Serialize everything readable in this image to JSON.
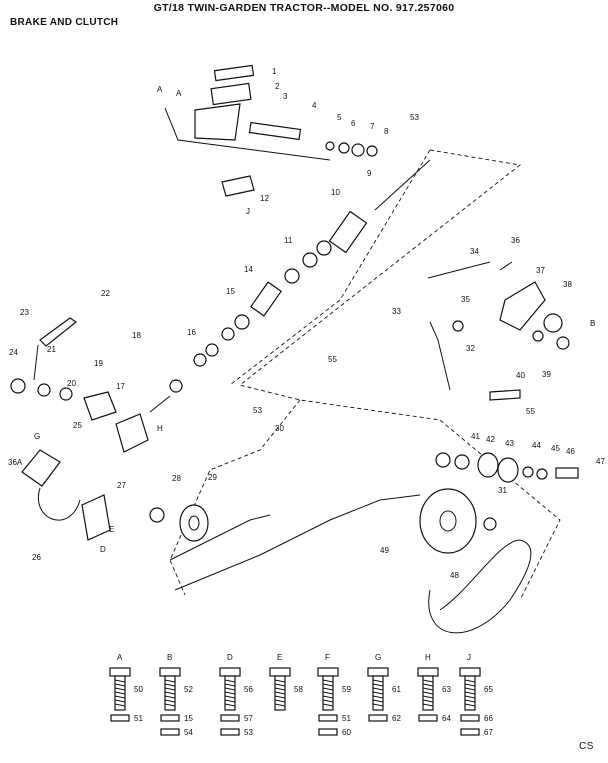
{
  "header": {
    "title": "GT/18 TWIN-GARDEN TRACTOR--MODEL NO. 917.257060",
    "subtitle": "BRAKE AND CLUTCH"
  },
  "corner_mark": "CS",
  "callouts": [
    "1",
    "2",
    "3",
    "4",
    "5",
    "6",
    "7",
    "8",
    "9",
    "10",
    "11",
    "12",
    "14",
    "15",
    "16",
    "17",
    "18",
    "19",
    "20",
    "21",
    "22",
    "23",
    "24",
    "25",
    "26",
    "27",
    "28",
    "29",
    "30",
    "31",
    "32",
    "33",
    "34",
    "35",
    "36",
    "36A",
    "37",
    "38",
    "39",
    "40",
    "41",
    "42",
    "43",
    "44",
    "45",
    "46",
    "47",
    "48",
    "49",
    "53",
    "55",
    "A",
    "B",
    "D",
    "E",
    "G",
    "H",
    "J"
  ],
  "hardware_key": [
    {
      "letter": "A",
      "label": "50",
      "sub": [
        "51"
      ]
    },
    {
      "letter": "B",
      "label": "52",
      "sub": [
        "15",
        "54"
      ]
    },
    {
      "letter": "D",
      "label": "56",
      "sub": [
        "57",
        "53"
      ]
    },
    {
      "letter": "E",
      "label": "58",
      "sub": []
    },
    {
      "letter": "F",
      "label": "59",
      "sub": [
        "51",
        "60"
      ]
    },
    {
      "letter": "G",
      "label": "61",
      "sub": [
        "62"
      ]
    },
    {
      "letter": "H",
      "label": "63",
      "sub": [
        "64"
      ]
    },
    {
      "letter": "J",
      "label": "65",
      "sub": [
        "66",
        "67"
      ]
    }
  ]
}
